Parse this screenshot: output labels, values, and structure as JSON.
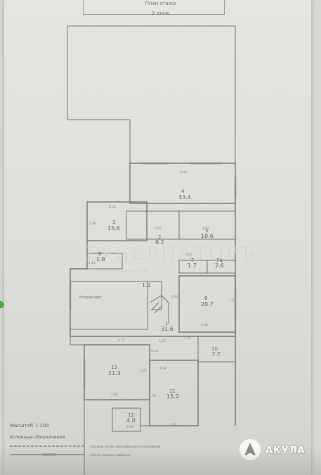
{
  "header": {
    "title": "План этажа",
    "floor": "2 этаж"
  },
  "rooms": [
    {
      "num": "1",
      "area": "31.6"
    },
    {
      "num": "2",
      "area": "8.2"
    },
    {
      "num": "3",
      "area": "15.6"
    },
    {
      "num": "4",
      "area": "33.4"
    },
    {
      "num": "5",
      "area": "10.6"
    },
    {
      "num": "6",
      "area": "20.7"
    },
    {
      "num": "7",
      "area": "1.7"
    },
    {
      "num": "7а",
      "area": "2.6"
    },
    {
      "num": "8",
      "area": "1.8"
    },
    {
      "num": "10",
      "area": "7.7"
    },
    {
      "num": "11",
      "area": "15.2"
    },
    {
      "num": "12",
      "area": "4.0"
    },
    {
      "num": "13",
      "area": "21.3"
    },
    {
      "num": "",
      "area": "1.1"
    }
  ],
  "dimensions": [
    "6.40",
    "6.24",
    "3.25",
    "4.25",
    "3.46",
    "1.62",
    "3.74",
    "1.21",
    "4.75",
    "4.25",
    "1.32",
    "1.98",
    "3.02",
    "3.02",
    "1.27",
    "5.14",
    "1.76",
    "3.19",
    "4.40",
    "1.15"
  ],
  "labels": {
    "void": "Второй свет"
  },
  "footer": {
    "scale": "Масштаб 1:100",
    "legend_title": "Условные обозначения",
    "legend_1": "граница вновь образованного помещения",
    "legend_2": "стена с окном и дверью"
  },
  "watermark": {
    "text": "ГУБЕРНАТОРЪ",
    "subtext": "ЦЕНТР НЕДВИЖИМОСТИ"
  },
  "logo": {
    "text": "АКУЛА"
  }
}
